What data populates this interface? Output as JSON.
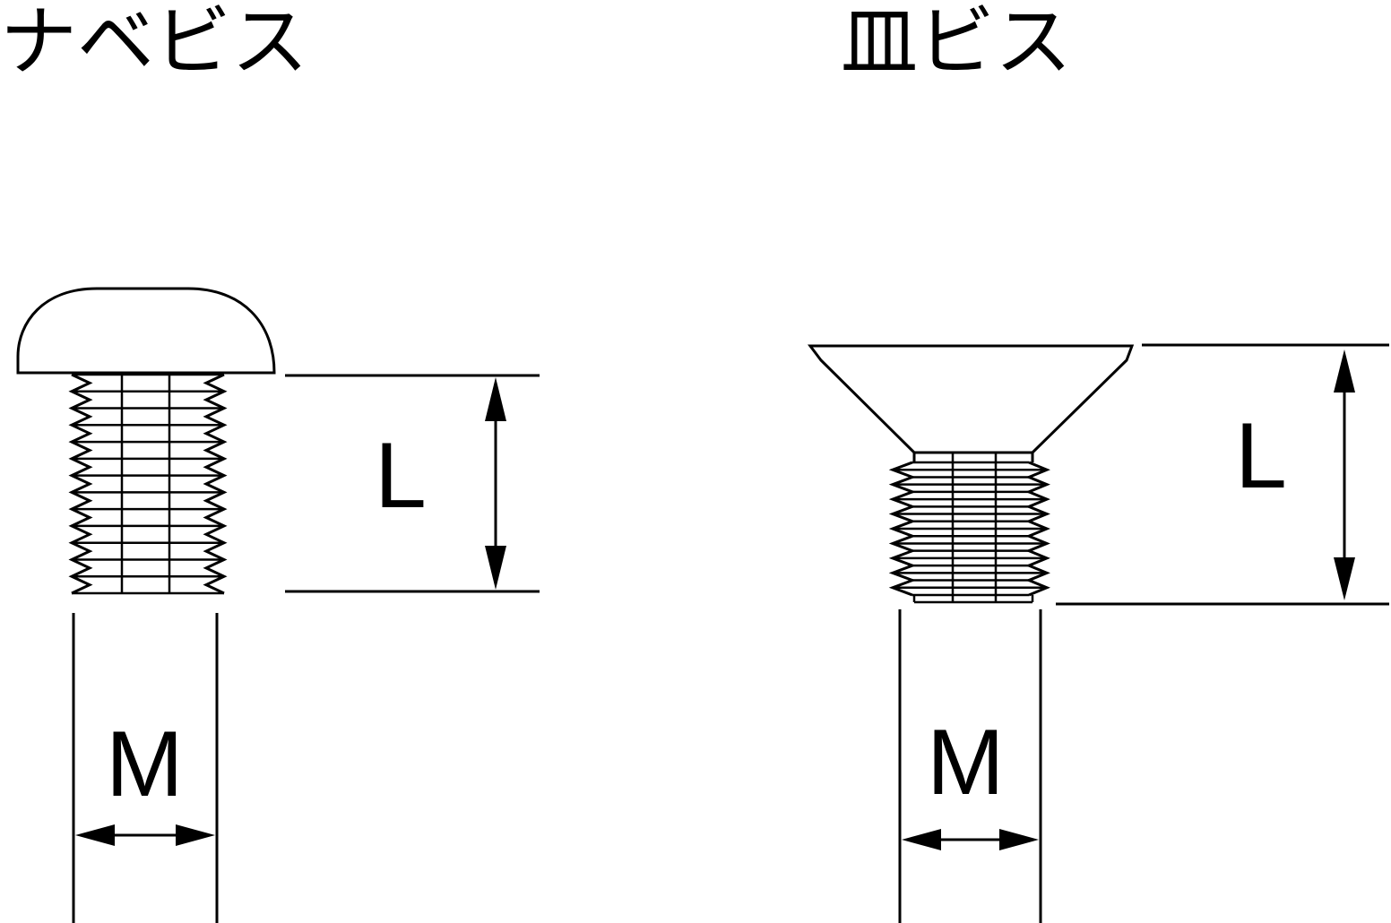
{
  "pan_screw": {
    "title": "ナベビス",
    "length_label": "L",
    "diameter_label": "M"
  },
  "flat_screw": {
    "title": "皿ビス",
    "length_label": "L",
    "diameter_label": "M"
  },
  "colors": {
    "line": "#000000",
    "background": "#ffffff"
  }
}
